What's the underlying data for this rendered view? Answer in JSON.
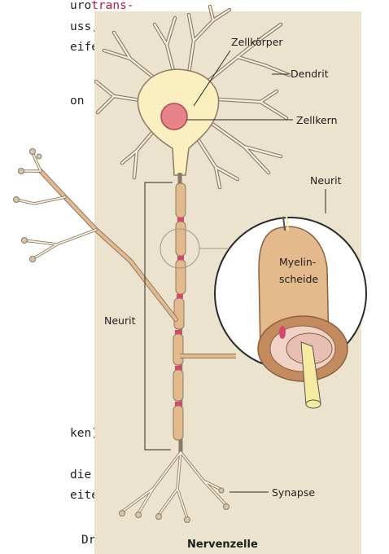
{
  "text_fragments": {
    "line1_prefix": "uro",
    "line1_accent": "trans-",
    "line2": "uss, gibt",
    "line3": "eifen.",
    "line4": "on",
    "line5": "ken) in",
    "line6": "die Ner-",
    "line7": "eitet und",
    "line8": "Drüsen)"
  },
  "colors": {
    "panel": "#ece3cf",
    "cell_body": "#fbeebf",
    "nucleus": "#e8838a",
    "myelin": "#e4b98c",
    "axon": "#f6e9a0",
    "node": "#d9466a"
  },
  "diagram": {
    "labels": {
      "cell_body": "Zellkörper",
      "dendrite": "Dendrit",
      "nucleus": "Zellkern",
      "neurite_right": "Neurit",
      "myelin_line1": "Myelin-",
      "myelin_line2": "scheide",
      "neurite_left": "Neurit",
      "synapse": "Synapse"
    },
    "caption": "Nervenzelle"
  }
}
